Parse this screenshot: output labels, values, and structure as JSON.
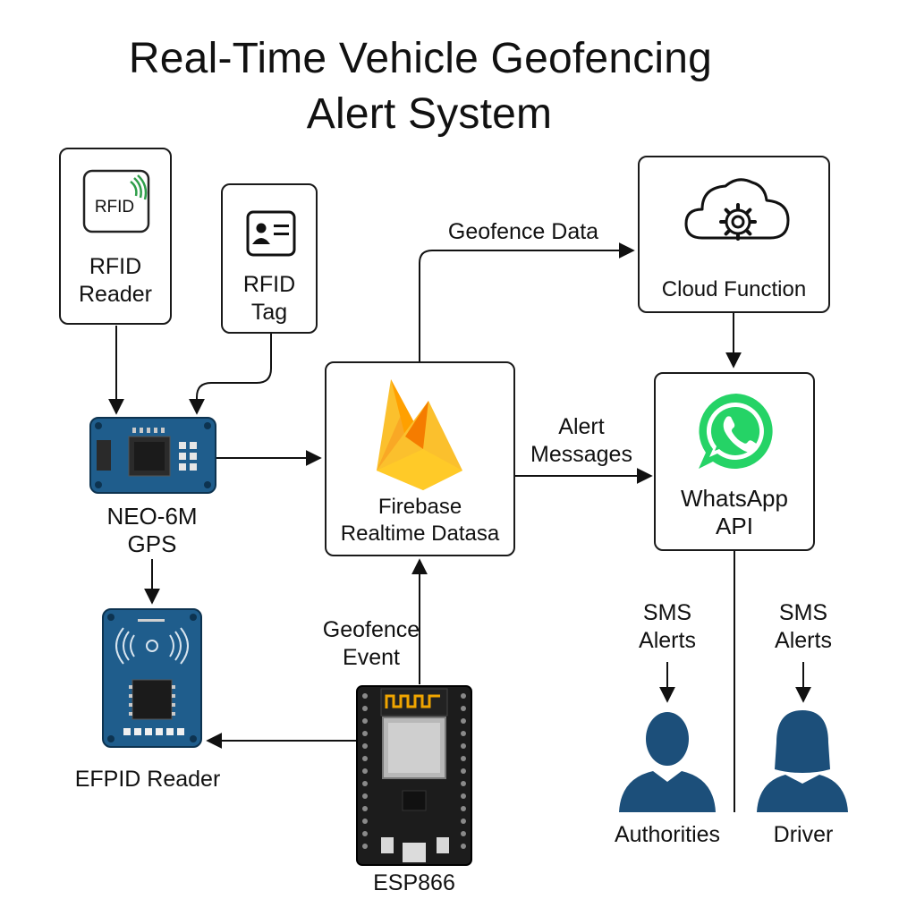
{
  "title": {
    "line1": "Real-Time Vehicle Geofencing",
    "line2": "Alert System"
  },
  "nodes": {
    "rfid_reader": {
      "icon_text": "RFID",
      "line1": "RFID",
      "line2": "Reader",
      "icon": "rfid-card-icon"
    },
    "rfid_tag": {
      "line1": "RFID",
      "line2": "Tag",
      "icon": "id-card-icon"
    },
    "gps": {
      "line1": "NEO-6M",
      "line2": "GPS",
      "icon": "gps-module-board"
    },
    "efpid": {
      "line1": "EFPID Reader",
      "icon": "rfid-reader-board"
    },
    "firebase": {
      "line1": "Firebase",
      "line2": "Realtime Datasa",
      "icon": "firebase-flame-icon"
    },
    "cloud": {
      "line1": "Cloud Function",
      "icon": "cloud-gear-icon"
    },
    "whatsapp": {
      "line1": "WhatsApp",
      "line2": "API",
      "icon": "whatsapp-icon"
    },
    "esp": {
      "line1": "ESP866",
      "icon": "esp-board"
    },
    "authorities": {
      "line1": "Authorities",
      "icon": "person-icon"
    },
    "driver": {
      "line1": "Driver",
      "icon": "person-female-icon"
    }
  },
  "edges": {
    "geofence_data": "Geofence Data",
    "alert_messages": {
      "line1": "Alert",
      "line2": "Messages"
    },
    "geofence_event": {
      "line1": "Geofence",
      "line2": "Event"
    },
    "sms_authorities": {
      "line1": "SMS",
      "line2": "Alerts"
    },
    "sms_driver": {
      "line1": "SMS",
      "line2": "Alerts"
    }
  },
  "colors": {
    "board": "#1f5d8c",
    "person": "#1c4f7a",
    "whatsapp": "#25d366",
    "firebase_yellow": "#fbc02d",
    "firebase_orange": "#f57c00",
    "rfid_wave": "#2e9e4a"
  }
}
